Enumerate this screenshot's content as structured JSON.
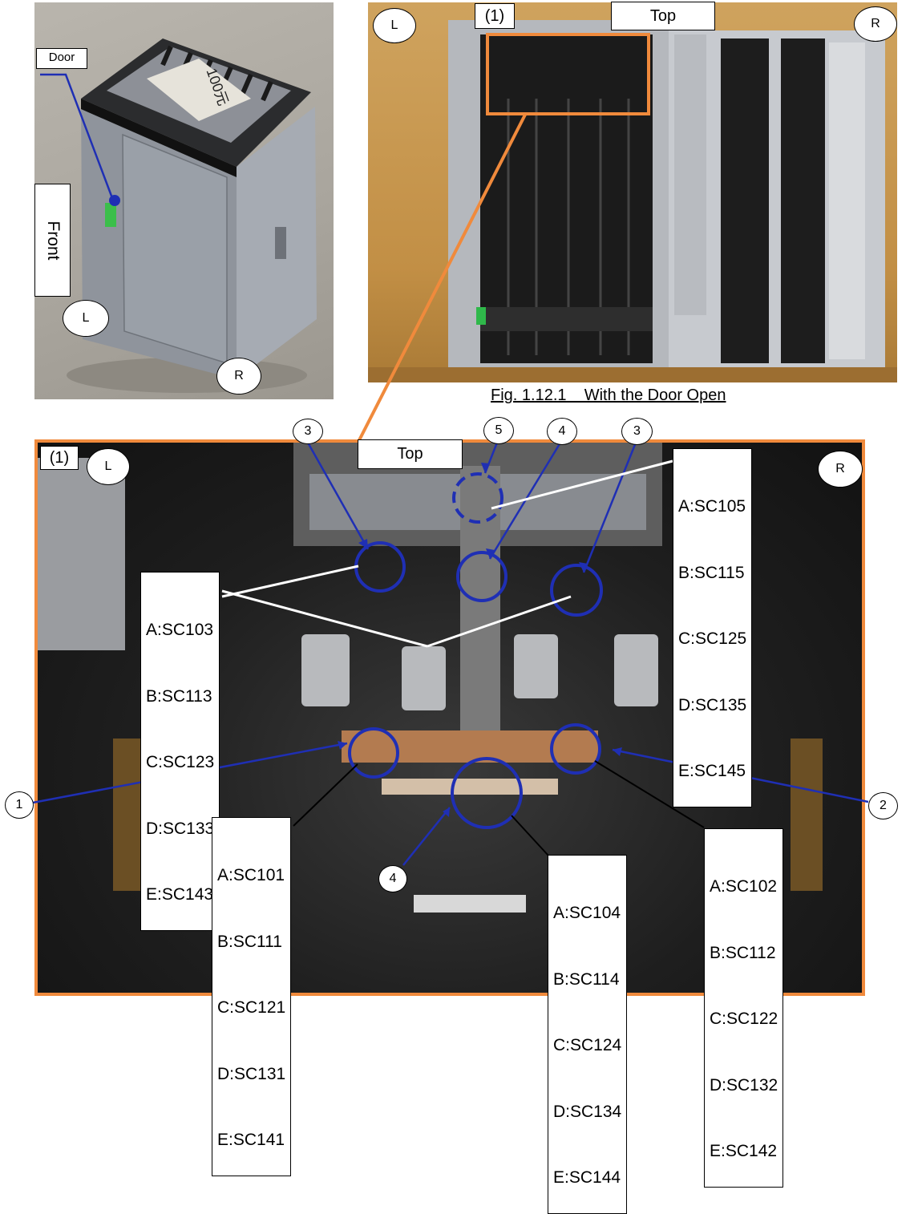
{
  "photo_unit": {
    "door_label": "Door",
    "front_label": "Front",
    "left_marker": "L",
    "right_marker": "R",
    "unit_tag": "100元"
  },
  "photo_open": {
    "area_label": "(1)",
    "top_label": "Top",
    "left_marker": "L",
    "right_marker": "R"
  },
  "figure_caption": "Fig. 1.12.1    With the Door Open",
  "detail": {
    "area_label": "(1)",
    "top_label": "Top",
    "left_marker": "L",
    "right_marker": "R",
    "callouts": {
      "n1": "1",
      "n2": "2",
      "n3_left": "3",
      "n3_right": "3",
      "n4_top": "4",
      "n4_bottom": "4",
      "n5": "5"
    },
    "sensor_groups": {
      "sc105": [
        "A:SC105",
        "B:SC115",
        "C:SC125",
        "D:SC135",
        "E:SC145"
      ],
      "sc103": [
        "A:SC103",
        "B:SC113",
        "C:SC123",
        "D:SC133",
        "E:SC143"
      ],
      "sc101": [
        "A:SC101",
        "B:SC111",
        "C:SC121",
        "D:SC131",
        "E:SC141"
      ],
      "sc104": [
        "A:SC104",
        "B:SC114",
        "C:SC124",
        "D:SC134",
        "E:SC144"
      ],
      "sc102": [
        "A:SC102",
        "B:SC112",
        "C:SC122",
        "D:SC132",
        "E:SC142"
      ]
    }
  },
  "colors": {
    "callout_blue": "#1f2fb4",
    "highlight_orange": "#f08a3c"
  }
}
